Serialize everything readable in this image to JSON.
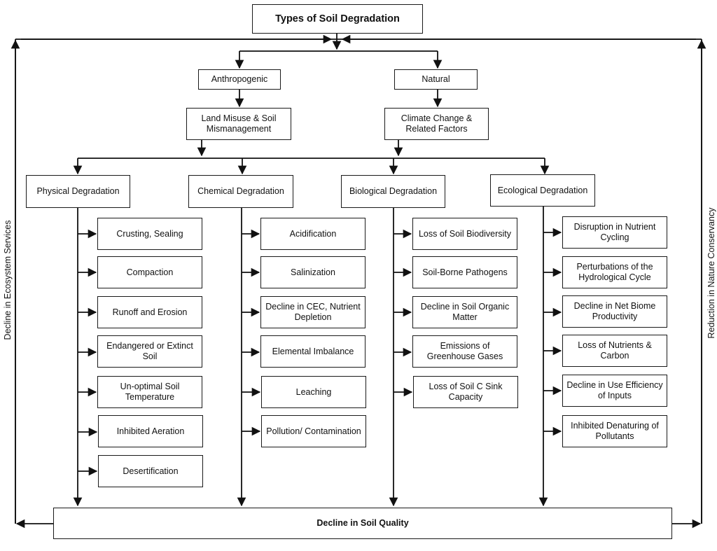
{
  "title": "Types of Soil Degradation",
  "origins": {
    "anthropogenic": "Anthropogenic",
    "natural": "Natural"
  },
  "drivers": {
    "anthropogenic": "Land Misuse & Soil Mismanagement",
    "natural": "Climate Change & Related Factors"
  },
  "categories": {
    "physical": {
      "label": "Physical Degradation",
      "items": [
        "Crusting, Sealing",
        "Compaction",
        "Runoff and Erosion",
        "Endangered or Extinct Soil",
        "Un-optimal Soil Temperature",
        "Inhibited Aeration",
        "Desertification"
      ]
    },
    "chemical": {
      "label": "Chemical Degradation",
      "items": [
        "Acidification",
        "Salinization",
        "Decline in CEC, Nutrient Depletion",
        "Elemental Imbalance",
        "Leaching",
        "Pollution/ Contamination"
      ]
    },
    "biological": {
      "label": "Biological Degradation",
      "items": [
        "Loss of Soil Biodiversity",
        "Soil-Borne Pathogens",
        "Decline in Soil Organic Matter",
        "Emissions of Greenhouse Gases",
        "Loss of Soil C Sink Capacity"
      ]
    },
    "ecological": {
      "label": "Ecological Degradation",
      "items": [
        "Disruption in Nutrient Cycling",
        "Perturbations of the Hydrological Cycle",
        "Decline in Net Biome Productivity",
        "Loss of Nutrients & Carbon",
        "Decline in Use Efficiency of Inputs",
        "Inhibited Denaturing of Pollutants"
      ]
    }
  },
  "outcome": "Decline in Soil Quality",
  "side_labels": {
    "left": "Decline in Ecosystem Services",
    "right": "Reduction in Nature Conservancy"
  }
}
